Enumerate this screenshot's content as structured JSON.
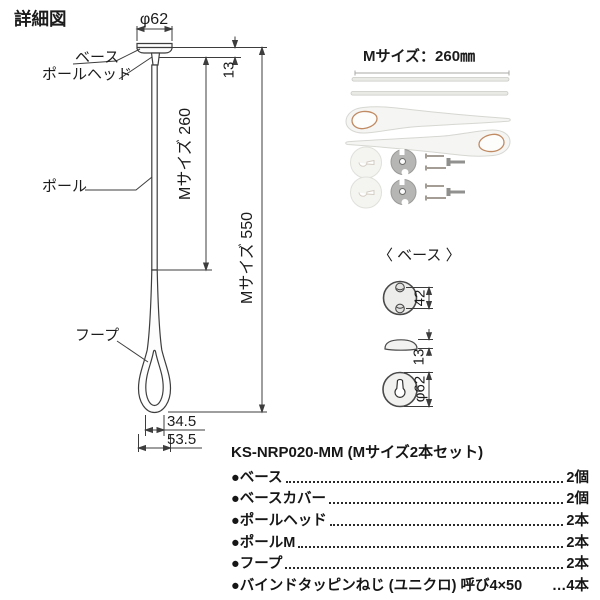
{
  "title": "詳細図",
  "drawing": {
    "labels": {
      "base": "ベース",
      "pole_head": "ポールヘッド",
      "pole": "ポール",
      "hoop": "フープ"
    },
    "dims": {
      "diameter_top": "φ62",
      "base_thickness": "13",
      "pole_length": "Mサイズ 260",
      "overall_length": "Mサイズ 550",
      "hoop_inner_width": "34.5",
      "hoop_outer_width": "53.5"
    }
  },
  "kit_photo": {
    "caption": "Mサイズ：260㎜"
  },
  "base_detail": {
    "heading": "〈 ベース 〉",
    "dims": {
      "screw_pitch": "42",
      "thickness": "13",
      "diameter": "φ62"
    }
  },
  "parts_list": {
    "heading": "KS-NRP020-MM (Mサイズ2本セット)",
    "items": [
      {
        "label": "●ベース",
        "count": "2個"
      },
      {
        "label": "●ベースカバー",
        "count": "2個"
      },
      {
        "label": "●ポールヘッド",
        "count": "2本"
      },
      {
        "label": "●ポールM",
        "count": "2本"
      },
      {
        "label": "●フープ",
        "count": "2本"
      },
      {
        "label": "●バインドタッピンねじ (ユニクロ) 呼び4×50",
        "count": "…4本"
      }
    ]
  },
  "colors": {
    "line": "#3d3d3d",
    "text": "#1c1c1c",
    "hoop_photo_accent": "#c08a62",
    "metal": "#b0b0ae"
  }
}
